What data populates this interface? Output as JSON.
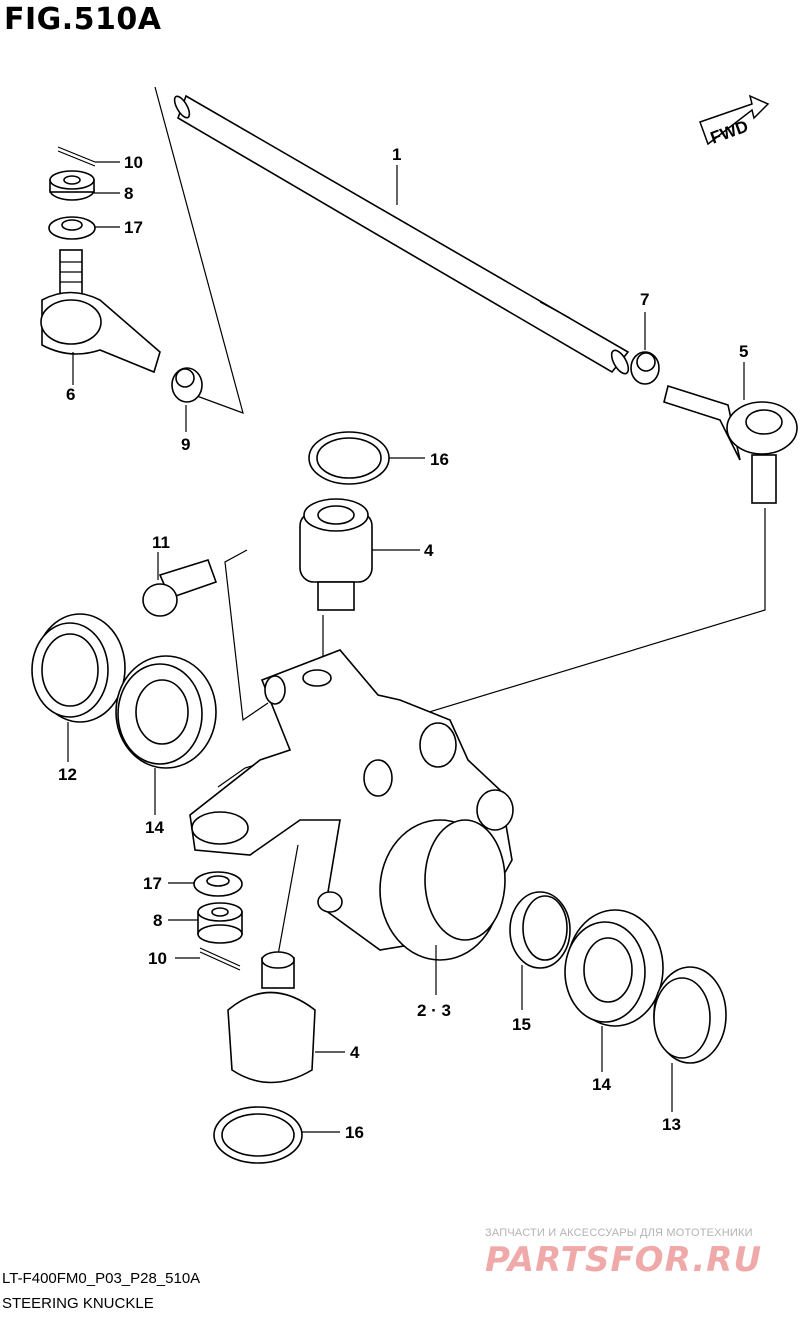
{
  "figure": {
    "title": "FIG.510A",
    "model_code": "LT-F400FM0_P03_P28_510A",
    "caption": "STEERING KNUCKLE",
    "fwd_label": "FWD"
  },
  "callouts": [
    {
      "id": "c1",
      "text": "1"
    },
    {
      "id": "c10a",
      "text": "10"
    },
    {
      "id": "c8a",
      "text": "8"
    },
    {
      "id": "c17a",
      "text": "17"
    },
    {
      "id": "c6",
      "text": "6"
    },
    {
      "id": "c9",
      "text": "9"
    },
    {
      "id": "c7",
      "text": "7"
    },
    {
      "id": "c5",
      "text": "5"
    },
    {
      "id": "c16a",
      "text": "16"
    },
    {
      "id": "c11",
      "text": "11"
    },
    {
      "id": "c4a",
      "text": "4"
    },
    {
      "id": "c12",
      "text": "12"
    },
    {
      "id": "c14a",
      "text": "14"
    },
    {
      "id": "c17b",
      "text": "17"
    },
    {
      "id": "c8b",
      "text": "8"
    },
    {
      "id": "c10b",
      "text": "10"
    },
    {
      "id": "c23",
      "text": "2 · 3"
    },
    {
      "id": "c15",
      "text": "15"
    },
    {
      "id": "c4b",
      "text": "4"
    },
    {
      "id": "c14b",
      "text": "14"
    },
    {
      "id": "c16b",
      "text": "16"
    },
    {
      "id": "c13",
      "text": "13"
    }
  ],
  "watermark": {
    "tagline": "ЗАПЧАСТИ И АКСЕССУАРЫ ДЛЯ МОТОТЕХНИКИ",
    "logo": "PARTSFOR.RU"
  }
}
